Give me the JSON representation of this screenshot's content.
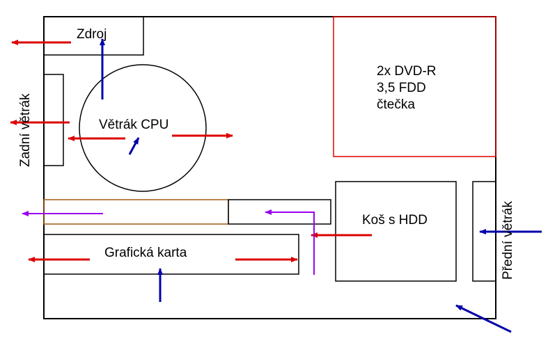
{
  "colors": {
    "outline": "#000000",
    "drive_bay_border": "#dd0000",
    "hot_airflow": "#dd0000",
    "intake_airflow": "#0000aa",
    "gpu_airflow": "#9900ee",
    "pci_slot": "#a05a10"
  },
  "components": {
    "psu": "Zdroj",
    "rear_fan": "Zadní větrák",
    "cpu_fan": "Větrák CPU",
    "drive_bay": [
      "2x DVD-R",
      "3,5 FDD",
      "čtečka"
    ],
    "hdd_cage": "Koš s HDD",
    "front_fan": "Přední větrák",
    "graphics_card": "Grafická karta"
  }
}
